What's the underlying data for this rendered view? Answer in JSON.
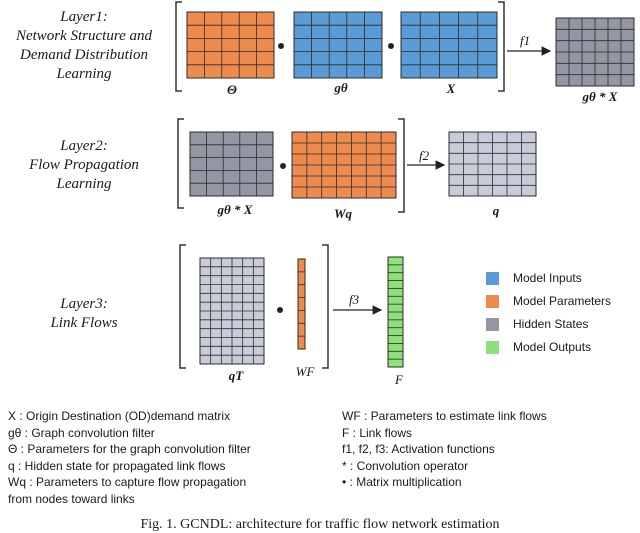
{
  "colors": {
    "input": "#5b9bd5",
    "parameter": "#ed8a4e",
    "hidden": "#9497a3",
    "output": "#8ee07a",
    "hidden_light": "#c8ccd8"
  },
  "layer1": {
    "title_lines": [
      "Layer1:",
      "Network Structure and",
      "Demand Distribution",
      "Learning"
    ],
    "label_theta": "Θ",
    "label_g": "gθ",
    "label_x": "X",
    "label_f1": "f1",
    "label_out": "gθ * X"
  },
  "layer2": {
    "title_lines": [
      "Layer2:",
      "Flow Propagation",
      "Learning"
    ],
    "label_in": "gθ * X",
    "label_w": "Wq",
    "label_f2": "f2",
    "label_q": "q"
  },
  "layer3": {
    "title_lines": [
      "Layer3:",
      "Link Flows"
    ],
    "label_qt": "qT",
    "label_wf": "WF",
    "label_f3": "f3",
    "label_f": "F"
  },
  "legend": [
    {
      "label": "Model Inputs",
      "color_key": "input"
    },
    {
      "label": "Model Parameters",
      "color_key": "parameter"
    },
    {
      "label": "Hidden States",
      "color_key": "hidden"
    },
    {
      "label": "Model Outputs",
      "color_key": "output"
    }
  ],
  "definitions_left": [
    "X   : Origin Destination (OD)demand matrix",
    "gθ  : Graph convolution filter",
    "Θ   : Parameters for the graph convolution filter",
    "q   : Hidden state for propagated link flows",
    "Wq : Parameters to capture flow propagation",
    "       from nodes toward links"
  ],
  "definitions_right": [
    "WF : Parameters to estimate link flows",
    "F    : Link flows",
    "f1, f2, f3: Activation functions",
    "*   : Convolution operator",
    "•   : Matrix multiplication"
  ],
  "caption": "Fig. 1. GCNDL: architecture for traffic flow network estimation"
}
